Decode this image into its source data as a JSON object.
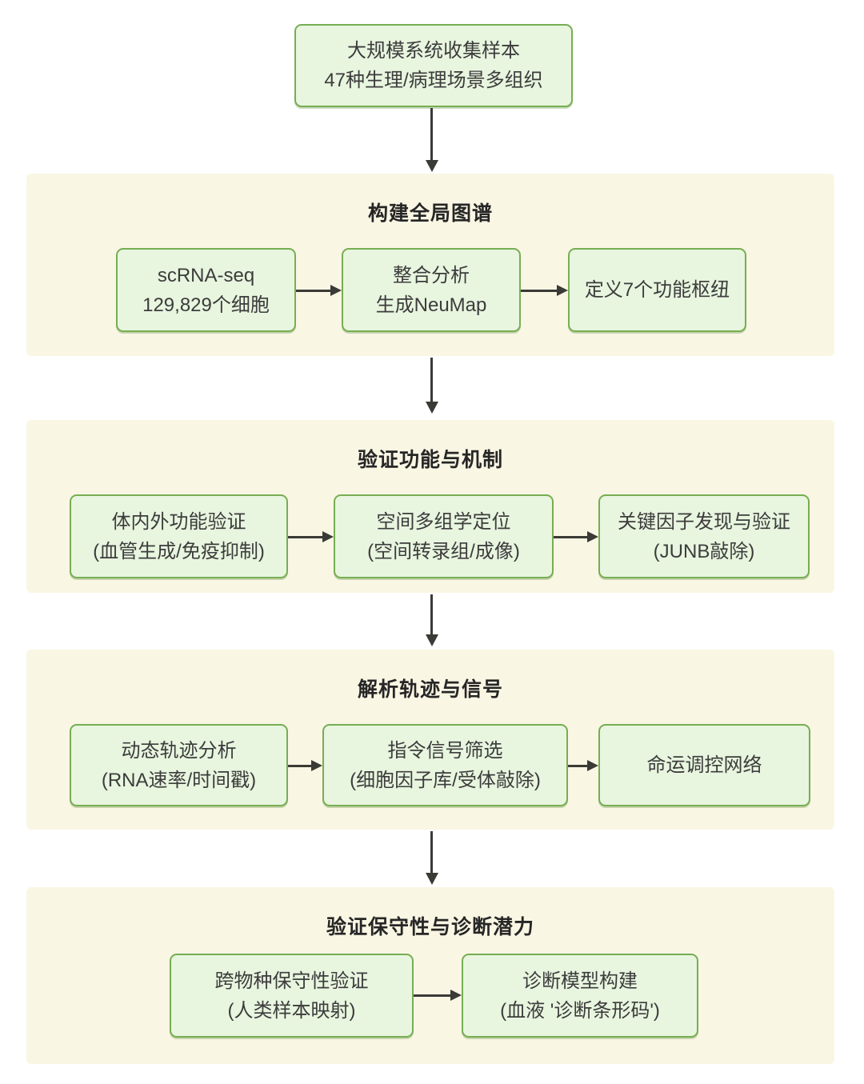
{
  "colors": {
    "band_bg": "#faf6e4",
    "box_bg": "#e8f5df",
    "box_border": "#76ae52",
    "arrow": "#3a3a36",
    "text": "#3c3c3c",
    "title": "#262626"
  },
  "top_node": {
    "line1": "大规模系统收集样本",
    "line2": "47种生理/病理场景多组织"
  },
  "sections": [
    {
      "title": "构建全局图谱",
      "boxes": [
        {
          "line1": "scRNA-seq",
          "line2": "129,829个细胞"
        },
        {
          "line1": "整合分析",
          "line2": "生成NeuMap"
        },
        {
          "line1": "定义7个功能枢纽",
          "line2": ""
        }
      ]
    },
    {
      "title": "验证功能与机制",
      "boxes": [
        {
          "line1": "体内外功能验证",
          "line2": "(血管生成/免疫抑制)"
        },
        {
          "line1": "空间多组学定位",
          "line2": "(空间转录组/成像)"
        },
        {
          "line1": "关键因子发现与验证",
          "line2": "(JUNB敲除)"
        }
      ]
    },
    {
      "title": "解析轨迹与信号",
      "boxes": [
        {
          "line1": "动态轨迹分析",
          "line2": "(RNA速率/时间戳)"
        },
        {
          "line1": "指令信号筛选",
          "line2": "(细胞因子库/受体敲除)"
        },
        {
          "line1": "命运调控网络",
          "line2": ""
        }
      ]
    },
    {
      "title": "验证保守性与诊断潜力",
      "boxes": [
        {
          "line1": "跨物种保守性验证",
          "line2": "(人类样本映射)"
        },
        {
          "line1": "诊断模型构建",
          "line2": "(血液 '诊断条形码')"
        }
      ]
    }
  ]
}
